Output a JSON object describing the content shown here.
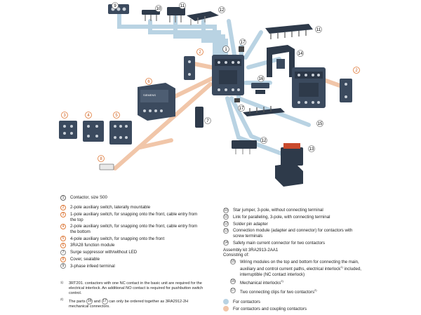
{
  "colors": {
    "contactor_link": "#b9d3e3",
    "coupling_link": "#f1c6a9",
    "orange": "#e07b39",
    "device": "#3b4a5e"
  },
  "callouts": {
    "c1": "1",
    "c2": "2",
    "c3": "3",
    "c4": "4",
    "c5": "5",
    "c6": "6",
    "c7": "7",
    "c8": "8",
    "c9": "9",
    "c10": "10",
    "c11": "11",
    "c12": "12",
    "c13": "13",
    "c14": "14",
    "c15": "15",
    "c16": "16",
    "c17": "17"
  },
  "device_labels": {
    "siemens": "SIEMENS"
  },
  "legend_left": {
    "item1": "Contactor, size S00",
    "item2": "2-pole auxiliary switch, laterally mountable",
    "item3": "1-pole auxiliary switch, for snapping onto the front, cable entry from the top",
    "item4": "2-pole auxiliary switch, for snapping onto the front, cable entry from the bottom",
    "item5": "4-pole auxiliary switch, for snapping onto the front",
    "item6": "3RA28 function module",
    "item7": "Surge suppressor with/without LED",
    "item8": "Cover, sealable",
    "item9": "3-phase infeed terminal"
  },
  "legend_right": {
    "item10": "Star jumper, 3-pole, without connecting terminal",
    "item11": "Link for paralleling, 3-pole, with connecting terminal",
    "item12": "Solder pin adapter",
    "item13": "Connection module (adapter and connector) for contactors with screw terminals",
    "item14": "Safety main current connector for two contactors",
    "assembly_title": "Assembly kit 3RA2913-2AA1",
    "consisting": "Consisting of:",
    "item15": "Wiring modules on the top and bottom for connecting the main, auxiliary and control current paths, electrical interlock",
    "item15_sup": "1)",
    "item15_b": "included, interruptible (NC contact interlock)",
    "item16": "Mechanical interlocks",
    "item16_sup": "2)",
    "item17": "Two connecting clips for two contactors",
    "item17_sup": "2)",
    "key_blue": "For contactors",
    "key_orange": "For contactors and coupling contactors"
  },
  "footnotes": {
    "f1_mark": "1)",
    "f1": "3RT201. contactors with one NC contact in the basic unit are required for the electrical interlock. An additional NO contact is required for pushbutton switch control.",
    "f2_mark": "2)",
    "f2_pre": "The parts",
    "f2_a": "16",
    "f2_mid": "and",
    "f2_b": "17",
    "f2_post": "can only be ordered together as 3RA2912-2H mechanical connectors."
  }
}
